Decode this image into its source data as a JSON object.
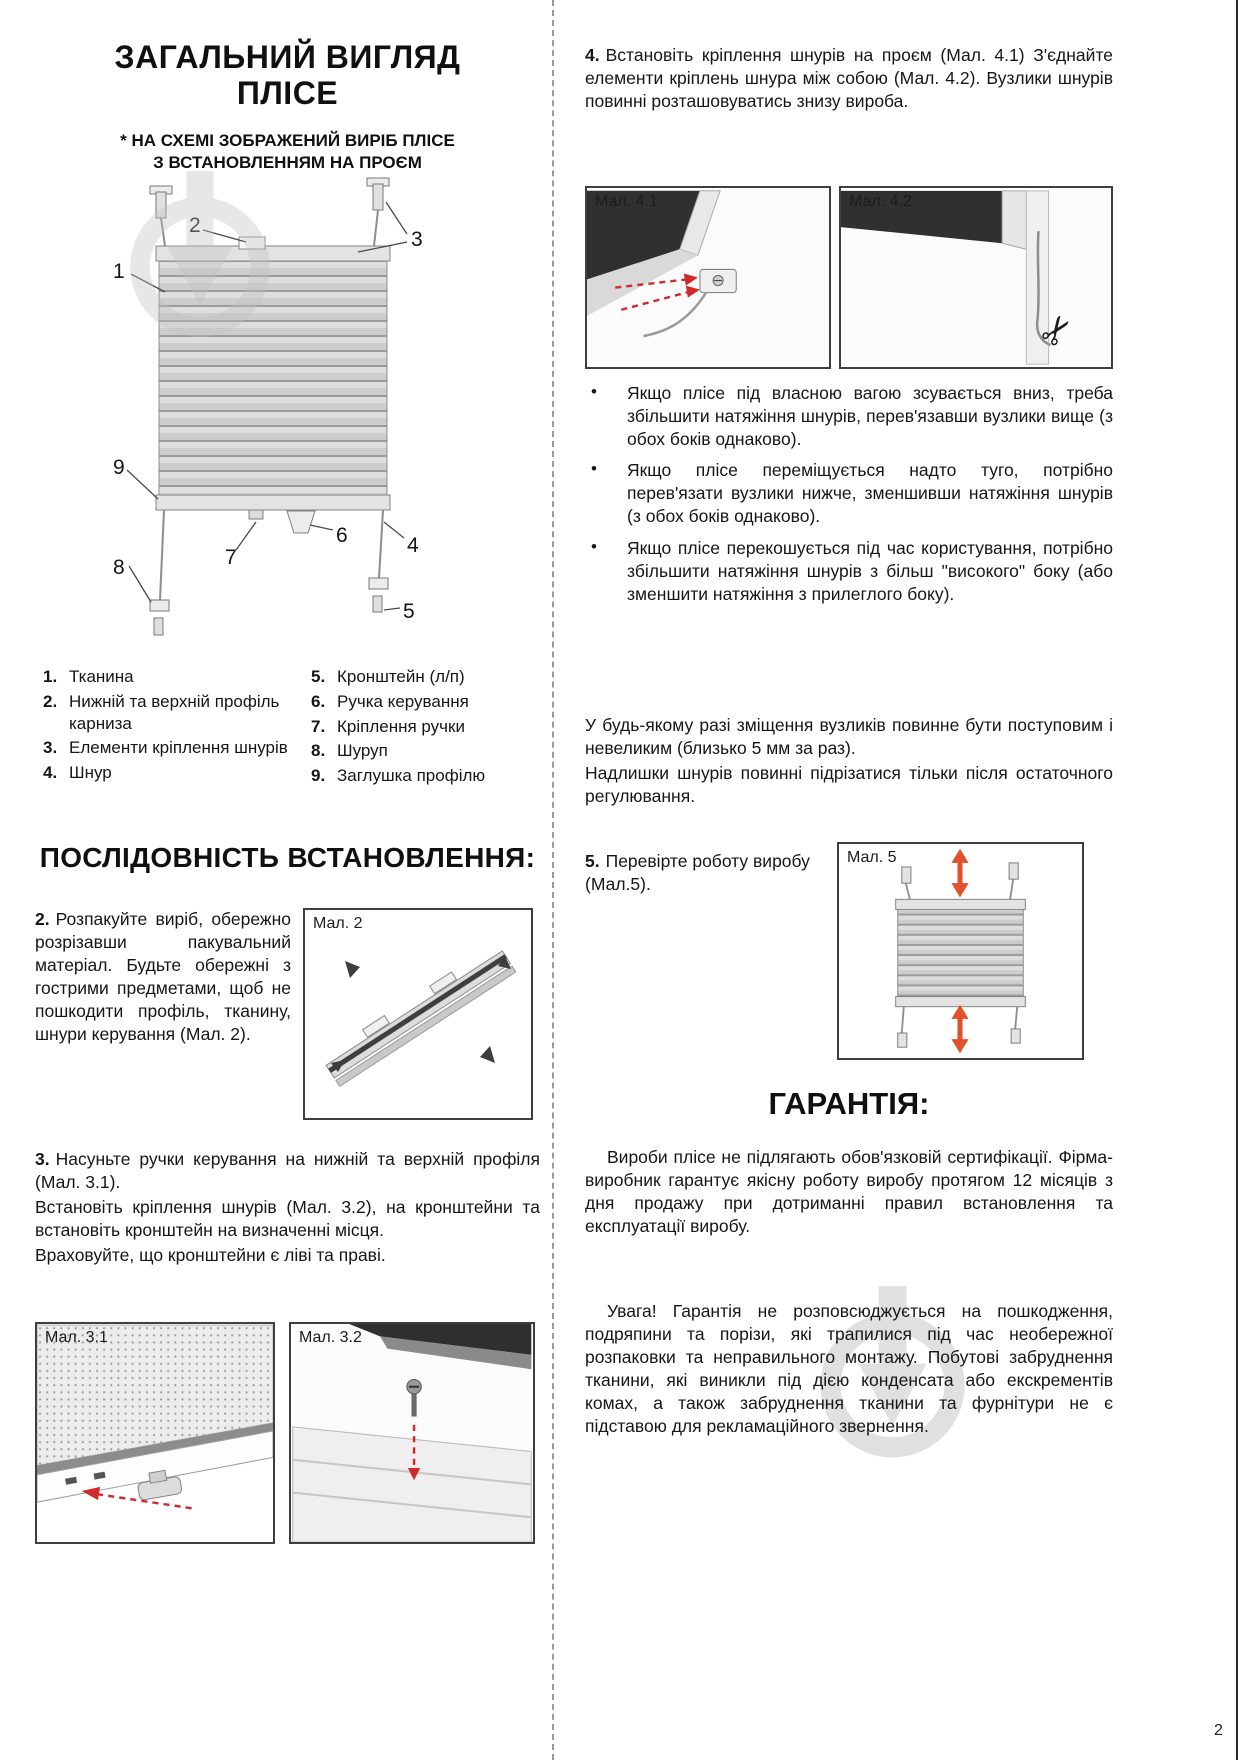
{
  "page": {
    "number": "2"
  },
  "ui": {
    "bullet": "•"
  },
  "icons": {
    "scissors": "✂"
  },
  "left": {
    "title": {
      "line1": "ЗАГАЛЬНИЙ ВИГЛЯД",
      "line2": "ПЛІСЕ"
    },
    "subtitle": {
      "line1": "* НА СХЕМІ ЗОБРАЖЕНИЙ ВИРІБ ПЛІСЕ",
      "line2": "З ВСТАНОВЛЕННЯМ НА ПРОЄМ"
    },
    "diagram": {
      "callouts": {
        "c1": "1",
        "c2": "2",
        "c3": "3",
        "c4": "4",
        "c5": "5",
        "c6": "6",
        "c7": "7",
        "c8": "8",
        "c9": "9"
      }
    },
    "legend": {
      "col1": [
        {
          "num": "1.",
          "text": "Тканина"
        },
        {
          "num": "2.",
          "text": "Нижній та верхній профіль карниза"
        },
        {
          "num": "3.",
          "text": "Елементи кріплення шнурів"
        },
        {
          "num": "4.",
          "text": "Шнур"
        }
      ],
      "col2": [
        {
          "num": "5.",
          "text": "Кронштейн (л/п)"
        },
        {
          "num": "6.",
          "text": "Ручка керування"
        },
        {
          "num": "7.",
          "text": "Кріплення ручки"
        },
        {
          "num": "8.",
          "text": "Шуруп"
        },
        {
          "num": "9.",
          "text": "Заглушка профілю"
        }
      ]
    },
    "section_title": "ПОСЛІДОВНІСТЬ ВСТАНОВЛЕННЯ:",
    "step2": {
      "num": "2.",
      "text": "Розпакуйте виріб, обережно розрізавши пакувальний матеріал. Будьте обережні з гострими предметами, щоб не пошкодити профіль, тканину, шнури керування (Мал. 2)."
    },
    "fig2": {
      "label": "Мал. 2"
    },
    "step3": {
      "num": "3.",
      "line1": "Насуньте ручки керування на нижній та верхній профіля (Мал. 3.1).",
      "line2": "Встановіть кріплення шнурів (Мал. 3.2), на кронштейни та встановіть кронштейн на визначенні місця.",
      "line3": "Враховуйте, що кронштейни є ліві та праві."
    },
    "fig31": {
      "label": "Мал. 3.1"
    },
    "fig32": {
      "label": "Мал. 3.2"
    }
  },
  "right": {
    "step4": {
      "num": "4.",
      "text": "Встановіть кріплення шнурів на проєм (Мал. 4.1) З'єднайте елементи кріплень шнура між собою (Мал. 4.2). Вузлики шнурів повинні розташовуватись знизу вироба."
    },
    "fig41": {
      "label": "Мал. 4.1"
    },
    "fig42": {
      "label": "Мал. 4.2"
    },
    "bullets": [
      "Якщо плісе під власною вагою зсувається вниз, треба збільшити натяжіння шнурів, перев'язавши вузлики вище (з обох боків однаково).",
      "Якщо плісе переміщується надто туго, потрібно перев'язати вузлики нижче, зменшивши натяжіння шнурів (з обох боків однаково).",
      "Якщо плісе перекошується під час користування, потрібно збільшити натяжіння шнурів з більш \"високого\" боку (або зменшити натяжіння з прилеглого боку)."
    ],
    "note": {
      "line1": "У будь-якому разі зміщення вузликів повинне бути поступовим і невеликим (близько 5 мм за раз).",
      "line2": "Надлишки шнурів повинні підрізатися тільки після остаточного регулювання."
    },
    "step5": {
      "num": "5.",
      "text": "Перевірте роботу виробу (Мал.5)."
    },
    "fig5": {
      "label": "Мал. 5"
    },
    "warranty": {
      "title": "ГАРАНТІЯ:",
      "p1": "Вироби плісе не підлягають обов'язковій сертифікації. Фірма-виробник гарантує якісну роботу виробу протягом 12 місяців з дня продажу при дотриманні правил встановлення та експлуатації виробу.",
      "p2": "Увага! Гарантія не розповсюджується на пошкодження, подряпини та порізи, які трапилися під час необережної розпаковки та неправильного монтажу. Побутові забруднення тканини, які виникли під дією конденсата або екскрементів комах, а також забруднення тканини та фурнітури не є підставою для рекламаційного звернення."
    }
  },
  "colors": {
    "accent_red": "#cf2b2b",
    "arrow_orange": "#e2512b",
    "watermark_grey": "#c2c2c2"
  }
}
